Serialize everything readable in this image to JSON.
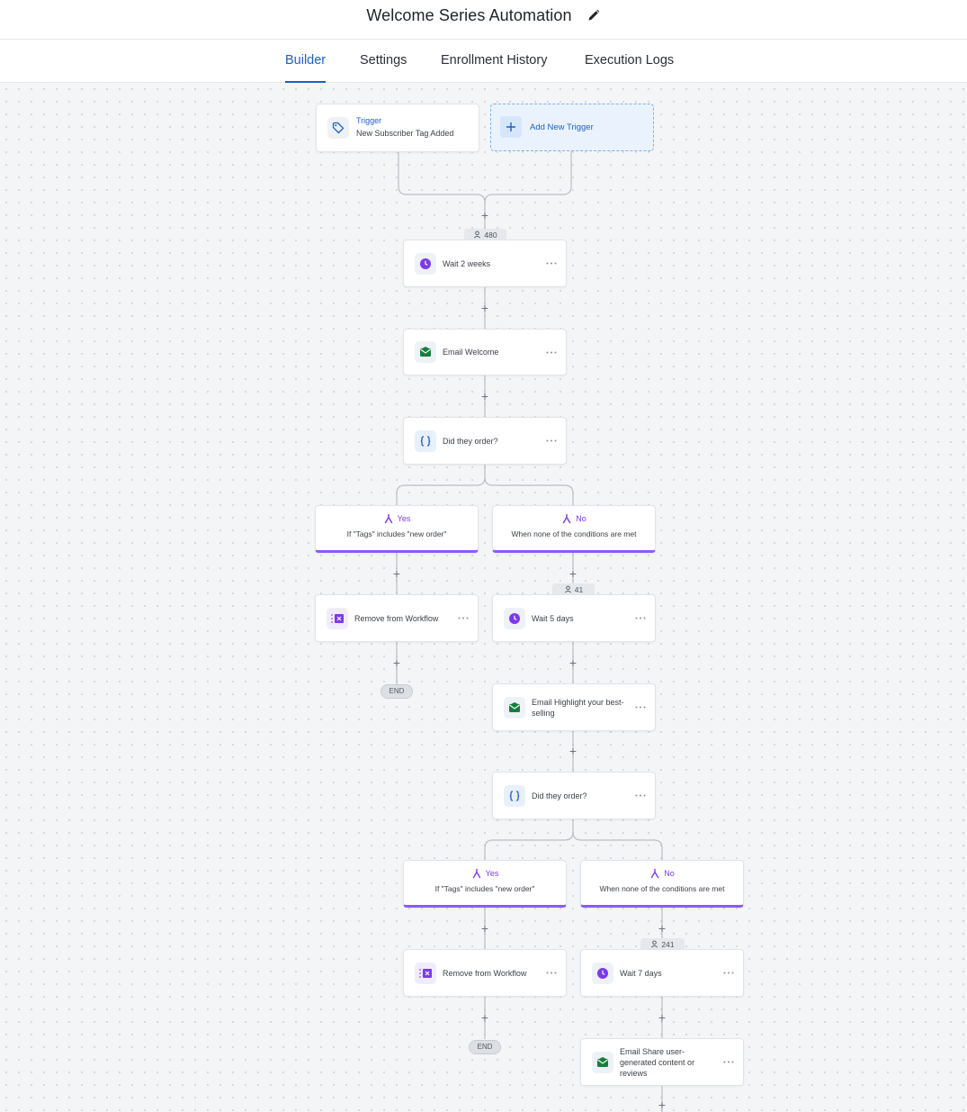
{
  "header": {
    "title": "Welcome Series Automation"
  },
  "tabs": [
    {
      "label": "Builder",
      "active": true
    },
    {
      "label": "Settings",
      "active": false
    },
    {
      "label": "Enrollment History",
      "active": false
    },
    {
      "label": "Execution Logs",
      "active": false
    }
  ],
  "trigger": {
    "title": "Trigger",
    "subtitle": "New Subscriber Tag Added"
  },
  "add_trigger": {
    "label": "Add New Trigger"
  },
  "counts": {
    "c1": "480",
    "c2": "41",
    "c3": "241"
  },
  "steps": {
    "wait1": "Wait 2 weeks",
    "email1": "Email Welcome",
    "cond1": "Did they order?",
    "remove1": "Remove from Workflow",
    "wait2": "Wait 5 days",
    "email2": "Email Highlight your best-selling",
    "cond2": "Did they order?",
    "remove2": "Remove from Workflow",
    "wait3": "Wait 7 days",
    "email3": "Email Share user-generated content or reviews"
  },
  "branches": {
    "yes1": {
      "name": "Yes",
      "desc": "If \"Tags\" includes \"new order\""
    },
    "no1": {
      "name": "No",
      "desc": "When none of the conditions are met"
    },
    "yes2": {
      "name": "Yes",
      "desc": "If \"Tags\" includes \"new order\""
    },
    "no2": {
      "name": "No",
      "desc": "When none of the conditions are met"
    }
  },
  "end_label": "END",
  "colors": {
    "accent": "#1f5fc4",
    "branch": "#7c3aed",
    "email": "#15803d",
    "wait": "#7c3aed"
  }
}
